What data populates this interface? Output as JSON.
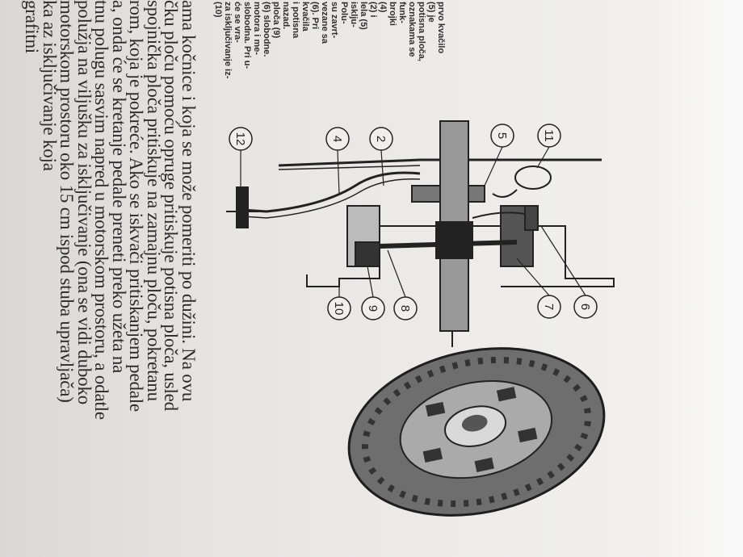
{
  "main_text": {
    "lines": [
      "ama kočnice i koja se može pomeriti po dužini. Na ovu",
      "čku ploču pomoću opruge pritiskuje potisna ploča, usled",
      "spojnička ploča pritiskuje na zamajnu ploču, pokretanu",
      "rom, koja je pokreće. Ako se iskvači pritiskanjem pedale",
      "a, onda će se kretanje pedale preneti preko užeta na",
      "tnu polugu sasvim napred u motorskom prostoru, a odatle",
      "polužja na viljušku za isključivanje (ona se vidi duboko",
      "motorskom prostoru oko 15 cm ispod stuba upravljača)",
      "ka az isključivanje koja",
      "grafitni"
    ]
  },
  "side_text": {
    "lines": [
      "prvo kvačilo",
      "(5) je",
      "potisna ploča,",
      "oznakama se",
      "funk-",
      "brojki",
      "(4)",
      "(2) i",
      "lela (5)",
      "isklju-",
      "Polu-",
      "su zavrt-",
      "vezane sa",
      "(6). Pri",
      "kvačila",
      "i potisna",
      "nazad.",
      "ploča (9)",
      "(6) slobodne.",
      "motora i me-",
      "slobodna. Pri u-",
      "će se vra-",
      "za isključivanje iz-",
      "(10)"
    ]
  },
  "diagram": {
    "labels": [
      "12",
      "4",
      "2",
      "5",
      "11",
      "6",
      "7",
      "8",
      "9",
      "10"
    ]
  }
}
